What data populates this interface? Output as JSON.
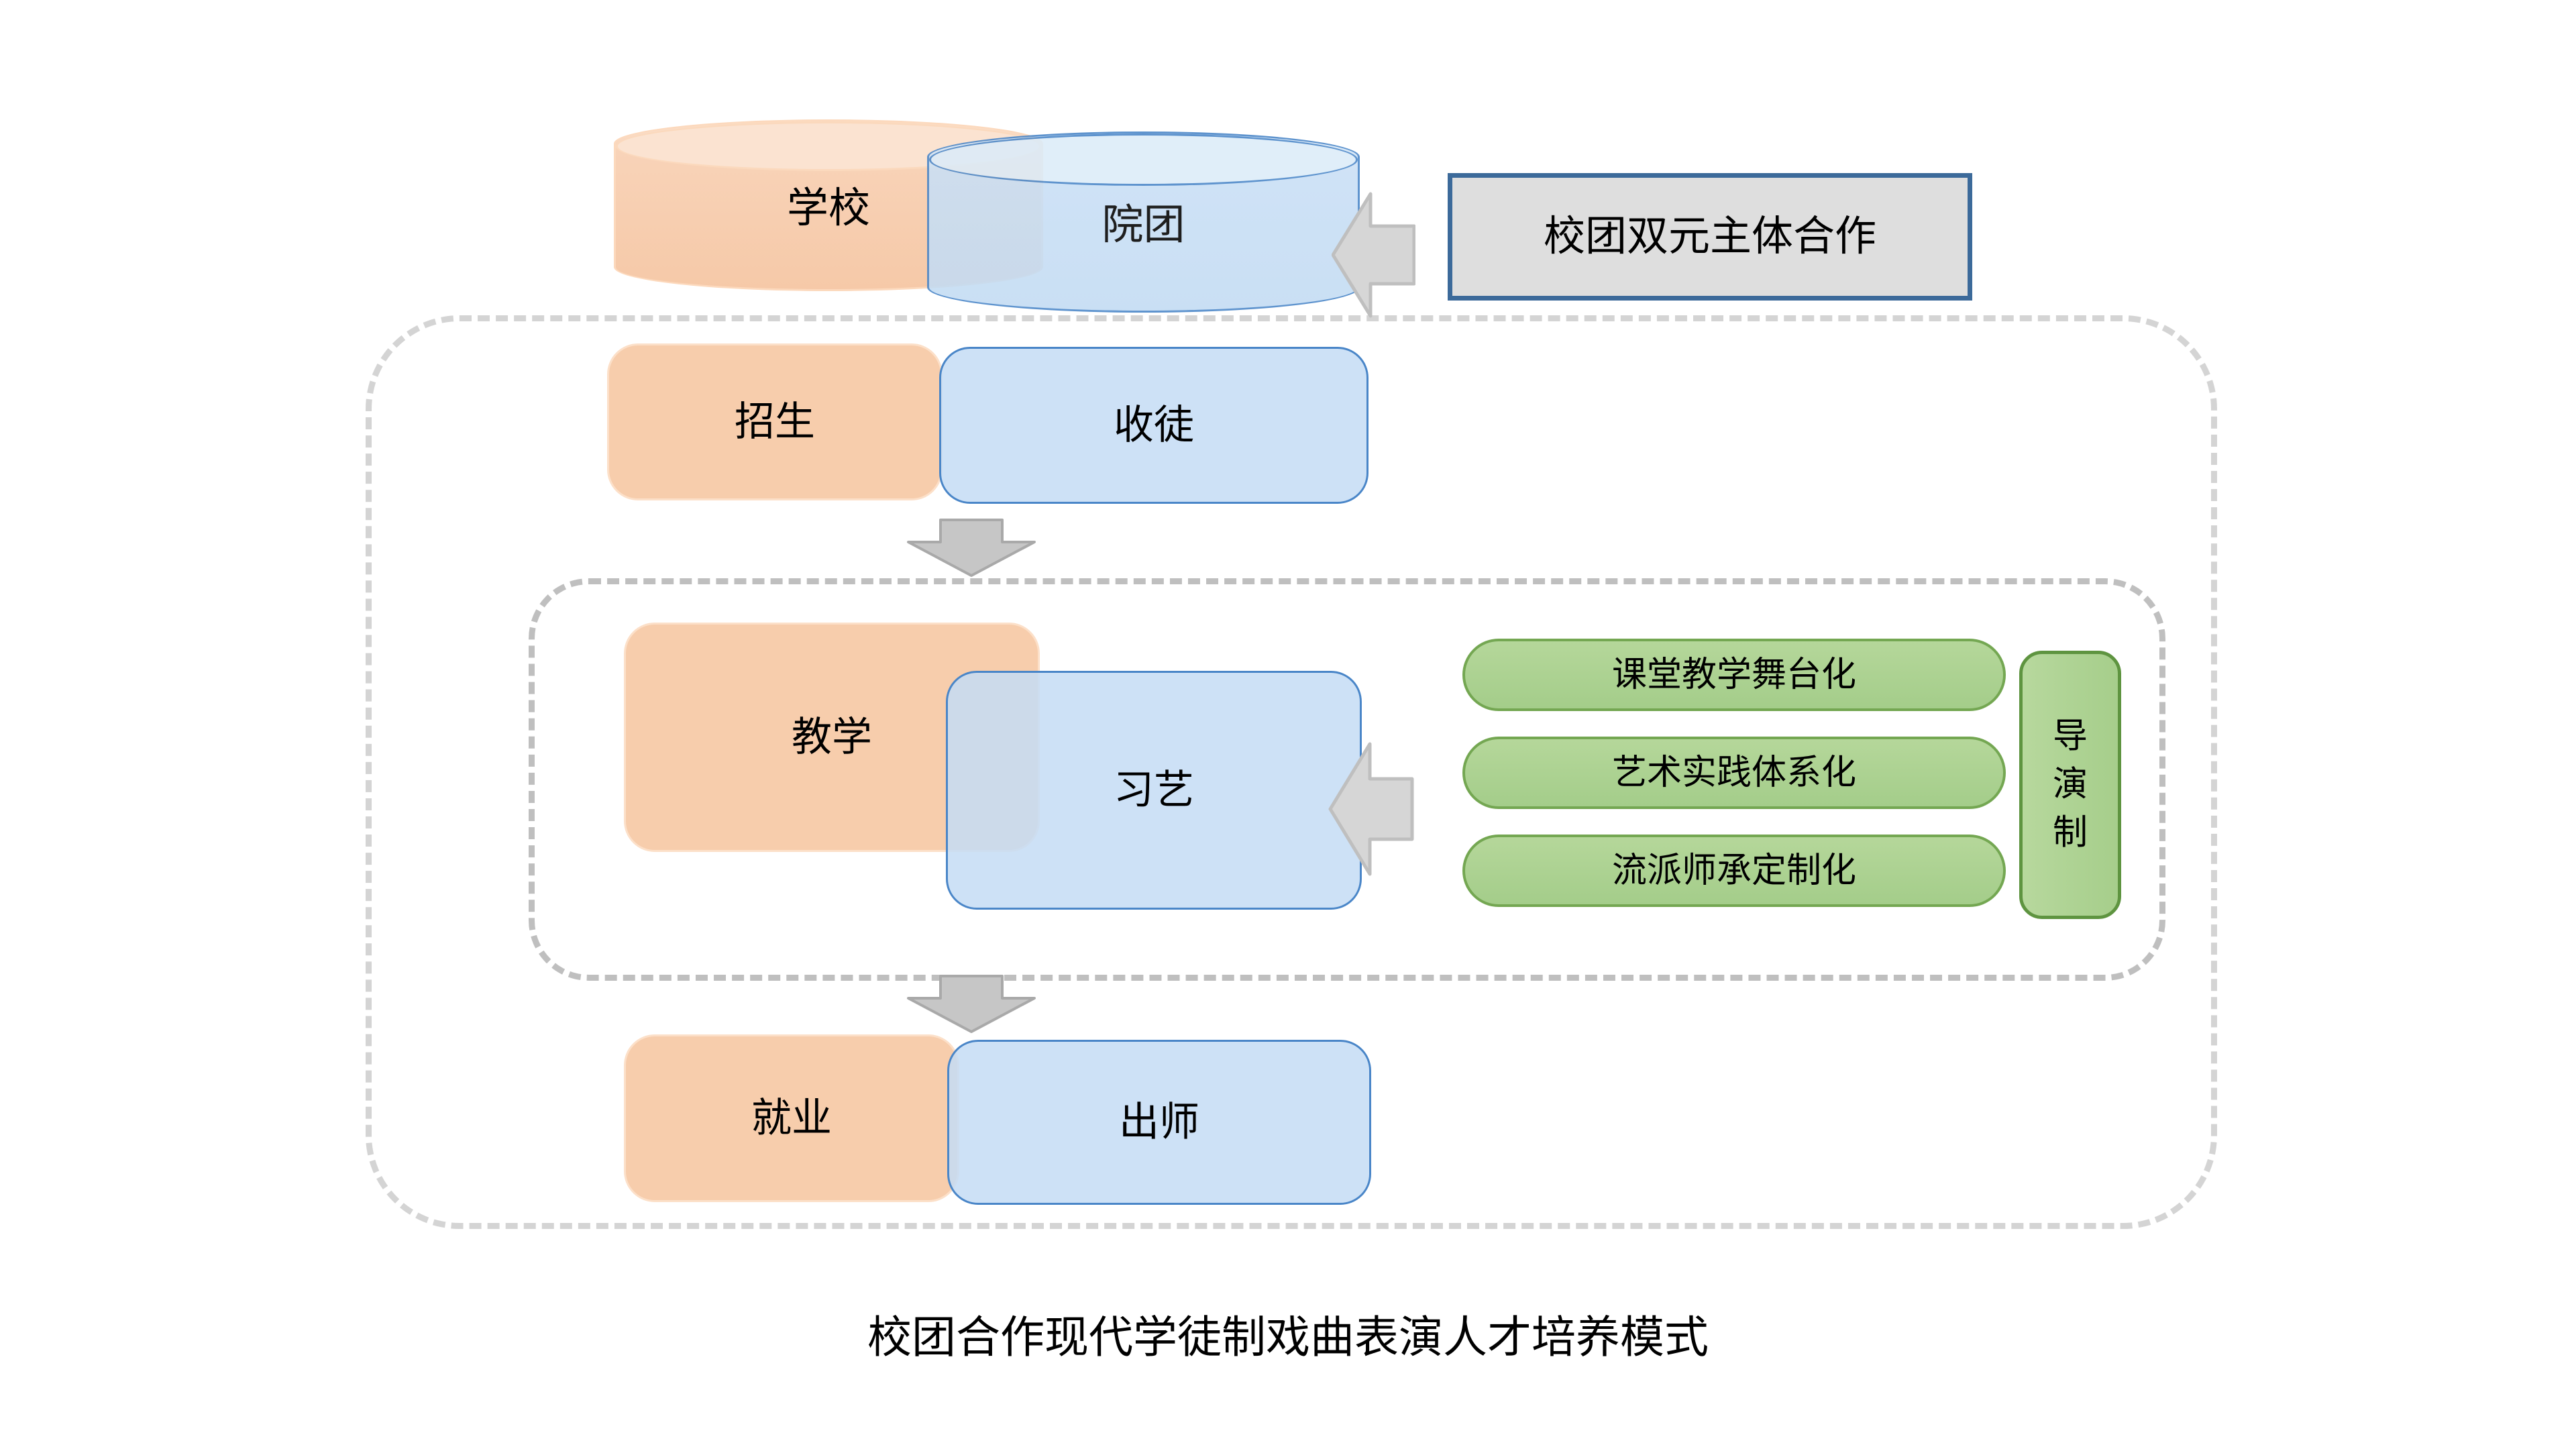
{
  "diagram": {
    "caption": "校团合作现代学徒制戏曲表演人才培养模式",
    "rows": [
      {
        "id": "row-partnership",
        "shape": "cylinder",
        "left_label": "学校",
        "right_label": "院团",
        "callout": "校团双元主体合作"
      },
      {
        "id": "row-admission",
        "shape": "rounded-box",
        "left_label": "招生",
        "right_label": "收徒"
      },
      {
        "id": "row-teaching",
        "shape": "rounded-box",
        "left_label": "教学",
        "right_label": "习艺"
      },
      {
        "id": "row-employment",
        "shape": "rounded-box",
        "left_label": "就业",
        "right_label": "出师"
      }
    ],
    "features": [
      "课堂教学舞台化",
      "艺术实践体系化",
      "流派师承定制化"
    ],
    "vertical_tag": {
      "full": "导演制",
      "chars": [
        "导",
        "演",
        "制"
      ]
    },
    "arrows": {
      "callout_to_cylinder": "arrow-left",
      "admission_to_teaching": "arrow-down",
      "teaching_to_employment": "arrow-down",
      "features_to_teaching": "arrow-left"
    },
    "colors": {
      "orange_fill": "#f7cdac",
      "blue_fill": "#c5dcf4",
      "blue_stroke": "#4a86c8",
      "green_fill": "#a9d18e",
      "green_stroke": "#70ad47",
      "grey_fill": "#dedede",
      "grey_stroke": "#3c6a9a",
      "arrow_fill": "#d6d6d6",
      "arrow_stroke": "#bfbfbf",
      "dashed_stroke": "#d4d4d4",
      "text": "#000000",
      "background": "#ffffff"
    }
  }
}
